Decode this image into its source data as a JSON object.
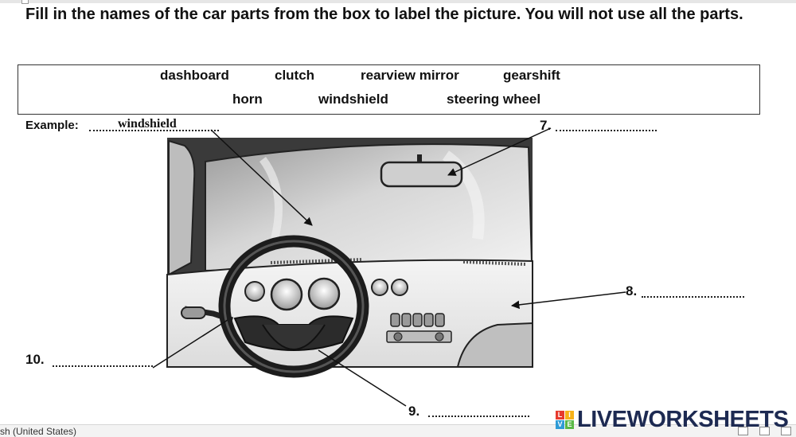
{
  "instructions": "Fill in the names of the car parts from the box to label the picture. You will not use all the parts.",
  "word_box": {
    "row1": [
      "dashboard",
      "clutch",
      "rearview mirror",
      "gearshift"
    ],
    "row2": [
      "horn",
      "windshield",
      "steering wheel"
    ]
  },
  "example": {
    "label": "Example:",
    "answer": "windshield"
  },
  "questions": [
    {
      "number": "7.",
      "answer": ""
    },
    {
      "number": "8.",
      "answer": ""
    },
    {
      "number": "9.",
      "answer": ""
    },
    {
      "number": "10.",
      "answer": ""
    }
  ],
  "status_bar": {
    "language": "sh (United States)"
  },
  "brand": {
    "logo_letters": [
      "L",
      "I",
      "V",
      "E"
    ],
    "logo_colors": [
      "#e63a2e",
      "#f6b119",
      "#2f9bd6",
      "#59b847"
    ],
    "name": "LIVEWORKSHEETS"
  }
}
